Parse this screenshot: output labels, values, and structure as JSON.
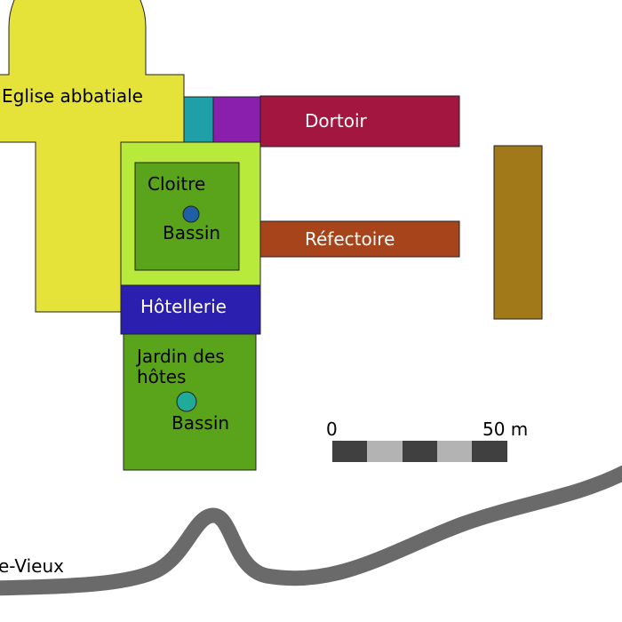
{
  "buildings": {
    "eglise": {
      "label": "Eglise abbatiale",
      "color": "#e5e23a"
    },
    "teal_block": {
      "color": "#1f9fa8"
    },
    "purple_block": {
      "color": "#8a1fae"
    },
    "dortoir": {
      "label": "Dortoir",
      "color": "#a3163f"
    },
    "cloitre_gallery": {
      "color": "#b8ea3c"
    },
    "cloitre": {
      "label": "Cloitre",
      "color": "#5aa41c"
    },
    "cloitre_basin": {
      "label": "Bassin",
      "color": "#1f5fa8"
    },
    "refectoire": {
      "label": "Réfectoire",
      "color": "#a8441c"
    },
    "brown_block": {
      "color": "#a27918"
    },
    "hotellerie": {
      "label": "Hôtellerie",
      "color": "#2a1fae"
    },
    "jardin": {
      "label_line1": "Jardin des",
      "label_line2": "hôtes",
      "color": "#5aa41c"
    },
    "jardin_basin": {
      "label": "Bassin",
      "color": "#1faa9a"
    }
  },
  "scale_bar": {
    "start_label": "0",
    "end_label": "50 m",
    "dark": "#404040",
    "light": "#b3b3b3"
  },
  "road": {
    "label": "e-Vieux",
    "color": "#6a6a6a"
  }
}
